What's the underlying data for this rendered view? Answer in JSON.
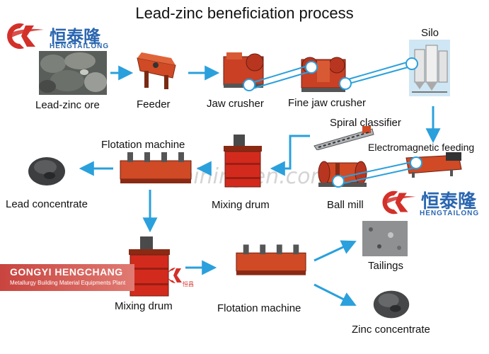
{
  "title": "Lead-zinc beneficiation process",
  "logo": {
    "cn": "恒泰隆",
    "en": "HENGTAILONG"
  },
  "banner": {
    "line1": "GONGYI HENGCHANG",
    "line2": "Metallurgy Building Material Equipments Plant",
    "cn": "恒昌"
  },
  "watermark": "htlmining.en.com",
  "nodes": {
    "ore": "Lead-zinc ore",
    "feeder": "Feeder",
    "jaw_crusher": "Jaw crusher",
    "fine_jaw_crusher": "Fine jaw crusher",
    "silo": "Silo",
    "spiral_classifier": "Spiral classifier",
    "electromagnetic_feeding": "Electromagnetic feeding",
    "ball_mill": "Ball mill",
    "mixing_drum_1": "Mixing drum",
    "flotation_machine_1": "Flotation machine",
    "lead_concentrate": "Lead concentrate",
    "mixing_drum_2": "Mixing drum",
    "flotation_machine_2": "Flotation machine",
    "tailings": "Tailings",
    "zinc_concentrate": "Zinc concentrate"
  },
  "colors": {
    "arrow": "#2aa0dc",
    "machine": "#d04a25",
    "title_text": "#111111",
    "brand": "#2a66b0",
    "logo_red": "#d3302a"
  }
}
